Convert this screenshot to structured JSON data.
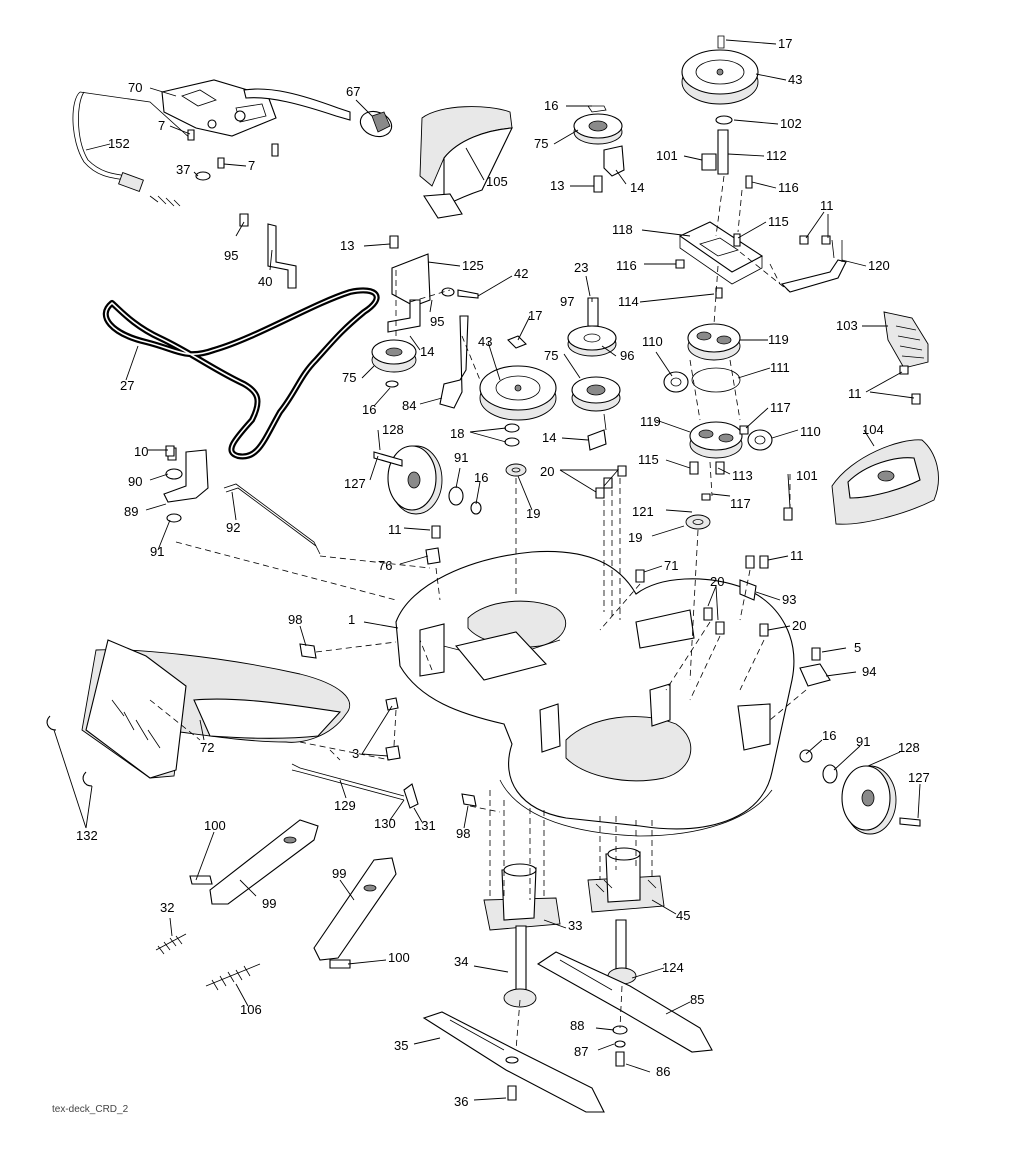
{
  "footer_code": "tex-deck_CRD_2",
  "callouts": {
    "p70": "70",
    "p67": "67",
    "p152": "152",
    "p7a": "7",
    "p7b": "7",
    "p37": "37",
    "p105": "105",
    "p16a": "16",
    "p75a": "75",
    "p14a": "14",
    "p13a": "13",
    "p17a": "17",
    "p43a": "43",
    "p102": "102",
    "p101a": "101",
    "p112": "112",
    "p116a": "116",
    "p95a": "95",
    "p40": "40",
    "p13b": "13",
    "p125": "125",
    "p42": "42",
    "p23": "23",
    "p118": "118",
    "p115a": "115",
    "p11a": "11",
    "p116b": "116",
    "p120": "120",
    "p27": "27",
    "p95b": "95",
    "p14b": "14",
    "p75b": "75",
    "p16b": "16",
    "p84": "84",
    "p17b": "17",
    "p43b": "43",
    "p97": "97",
    "p96": "96",
    "p75c": "75",
    "p114": "114",
    "p119a": "119",
    "p110a": "110",
    "p111": "111",
    "p103": "103",
    "p11b": "11",
    "p18": "18",
    "p14c": "14",
    "p117a": "117",
    "p119b": "119",
    "p110b": "110",
    "p10": "10",
    "p90": "90",
    "p89": "89",
    "p91a": "91",
    "p92": "92",
    "p128a": "128",
    "p127a": "127",
    "p91b": "91",
    "p16c": "16",
    "p19a": "19",
    "p20a": "20",
    "p115b": "115",
    "p113": "113",
    "p101b": "101",
    "p121": "121",
    "p117b": "117",
    "p104": "104",
    "p19b": "19",
    "p11c": "11",
    "p76": "76",
    "p71": "71",
    "p11d": "11",
    "p93": "93",
    "p20b": "20",
    "p20c": "20",
    "p1": "1",
    "p98a": "98",
    "p5": "5",
    "p94": "94",
    "p72": "72",
    "p3": "3",
    "p16d": "16",
    "p91c": "91",
    "p128b": "128",
    "p127b": "127",
    "p129": "129",
    "p130": "130",
    "p131": "131",
    "p98b": "98",
    "p132": "132",
    "p100a": "100",
    "p99a": "99",
    "p99b": "99",
    "p32": "32",
    "p33": "33",
    "p45": "45",
    "p100b": "100",
    "p106": "106",
    "p34": "34",
    "p124": "124",
    "p85": "85",
    "p88": "88",
    "p87": "87",
    "p86": "86",
    "p35": "35",
    "p36": "36"
  }
}
